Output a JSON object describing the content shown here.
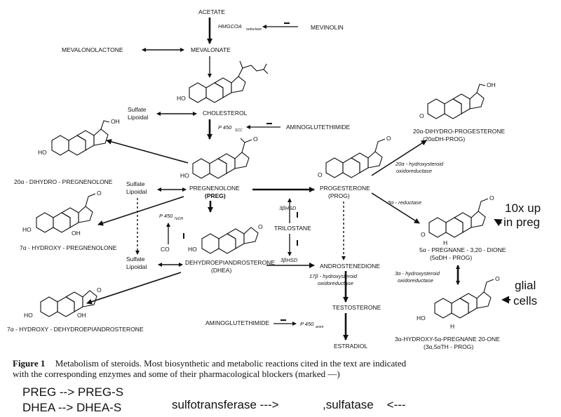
{
  "compounds": {
    "acetate": "ACETATE",
    "mevalonolactone": "MEVALONOLACTONE",
    "mevalonate": "MEVALONATE",
    "cholesterol": "CHOLESTEROL",
    "sulfate_lipoidal_1a": "Sulfate",
    "sulfate_lipoidal_1b": "Lipoidal",
    "sulfate_lipoidal_2a": "Sulfate",
    "sulfate_lipoidal_2b": "Lipoidal",
    "sulfate_lipoidal_3a": "Sulfate",
    "sulfate_lipoidal_3b": "Lipoidal",
    "preg": "PREGNENOLONE",
    "preg_abbr": "(PREG)",
    "prog": "PROGESTERONE",
    "prog_abbr": "(PROG)",
    "dhea": "DEHYDROEPIANDROSTERONE",
    "dhea_abbr": "(DHEA)",
    "dihydropreg": "20α - DIHYDRO - PREGNENOLONE",
    "hydroxypreg": "7α - HYDROXY - PREGNENOLONE",
    "hydroxydhea": "7α - HYDROXY - DEHYDROEPIANDROSTERONE",
    "androstenedione": "ANDROSTENEDIONE",
    "testosterone": "TESTOSTERONE",
    "estradiol": "ESTRADIOL",
    "dhprog": "20α-DIHYDRO-PROGESTERONE",
    "dhprog_abbr": "(20αDH-PROG)",
    "dione": "5α - PREGNANE - 3,20 - DIONE",
    "dione_abbr": "(5αDH - PROG)",
    "thprog": "3α-HYDROXY-5α-PREGNANE 20-ONE",
    "thprog_abbr": "(3α,5αTH - PROG)",
    "co": "CO"
  },
  "enzymes": {
    "hmgcoa": "HMGCOA",
    "hmgcoa_sub": "reductase",
    "p450scc": "P 450",
    "p450scc_sub": "SCC",
    "p4507a": "P 450",
    "p4507a_sub": "7αOH",
    "hsd3_1": "3βHSD",
    "hsd3_2": "3βHSD",
    "hsd17_a": "17β - hydroxysteroid",
    "hsd17_b": "oxidoreductase",
    "hsd20_a": "20α - hydroxysteroid",
    "hsd20_b": "oxidoreductase",
    "reductase5a": "5α - reductase",
    "hsd3a_a": "3α - hydroxysteroid",
    "hsd3a_b": "oxidoreductase",
    "p450arom": "P 450",
    "p450arom_sub": "arom"
  },
  "blockers": {
    "mevinolin": "MEVINOLIN",
    "aminoglutethimide_1": "AMINOGLUTETHIMIDE",
    "aminoglutethimide_2": "AMINOGLUTETHIMIDE",
    "trilostane": "TRILOSTANE"
  },
  "atoms": {
    "ho": "HO",
    "oh": "OH",
    "o": "O",
    "h": "H"
  },
  "annotations": {
    "up_a": "10x up",
    "up_b": "in preg",
    "glial_a": "glial",
    "glial_b": "cells"
  },
  "caption": {
    "label": "Figure 1",
    "line1": "Metabolism of steroids. Most biosynthetic and metabolic reactions cited in the text are indicated",
    "line2": "with the corresponding enzymes and some of their pharmacological blockers (marked —)"
  },
  "notes": {
    "preg_s": "PREG --> PREG-S",
    "dhea_s": "DHEA --> DHEA-S",
    "sulfo": "sulfotransferase --->",
    "sulfatase": ",sulfatase    <---"
  }
}
